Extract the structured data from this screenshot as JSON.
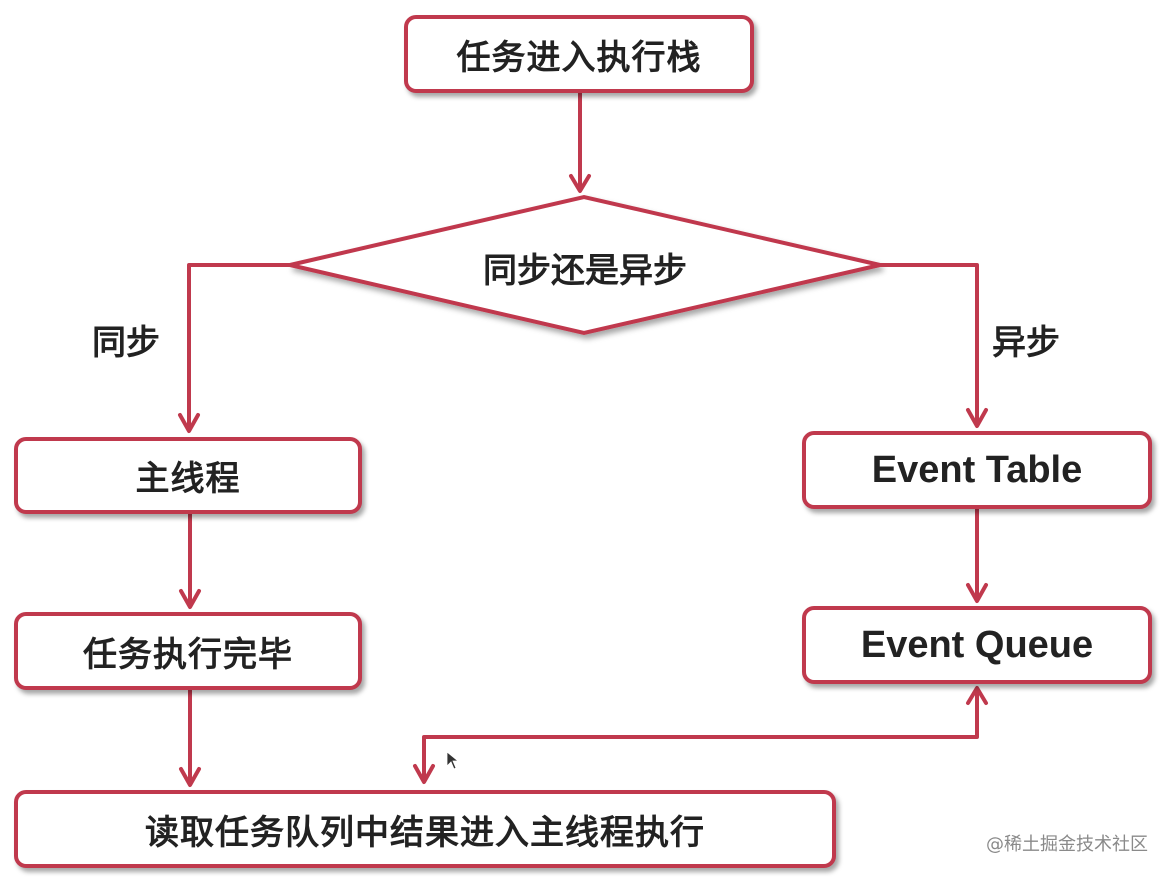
{
  "nodes": {
    "enter_stack": "任务进入执行栈",
    "decision": "同步还是异步",
    "main_thread": "主线程",
    "task_done": "任务执行完毕",
    "event_table": "Event Table",
    "event_queue": "Event Queue",
    "read_queue": "读取任务队列中结果进入主线程执行"
  },
  "edge_labels": {
    "sync": "同步",
    "async": "异步"
  },
  "watermark": "@稀土掘金技术社区",
  "colors": {
    "stroke": "#c0394d",
    "text": "#222222",
    "background": "#ffffff"
  }
}
